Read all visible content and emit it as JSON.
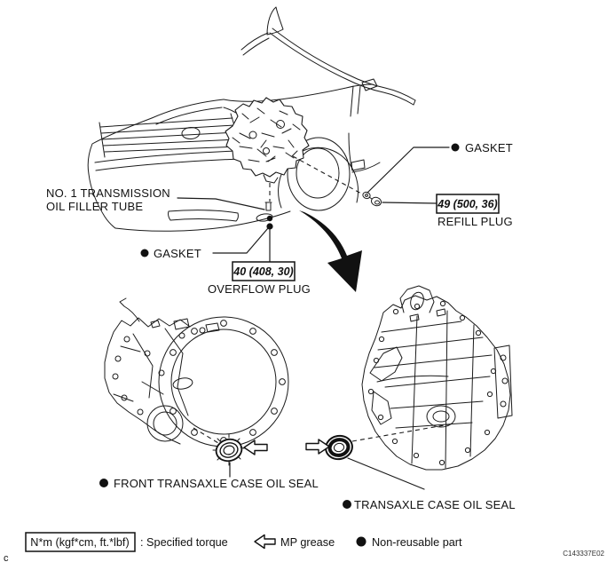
{
  "figure": {
    "code": "C143337E02",
    "corner_mark": "c"
  },
  "colors": {
    "line": "#1b1b1b",
    "background": "#ffffff",
    "text": "#111111"
  },
  "icons": {
    "non_reusable": "filled-circle",
    "mp_grease": "hollow-left-arrow",
    "flow": "thick-curved-arrow"
  },
  "callouts": {
    "filler_tube": {
      "line1": "NO. 1 TRANSMISSION",
      "line2": "OIL FILLER TUBE"
    },
    "gasket_front": {
      "label": "GASKET"
    },
    "overflow_plug": {
      "torque": "40 (408, 30)",
      "label": "OVERFLOW PLUG"
    },
    "gasket_rear": {
      "label": "GASKET"
    },
    "refill_plug": {
      "torque": "49 (500, 36)",
      "label": "REFILL PLUG"
    },
    "front_transaxle_seal": {
      "label": "FRONT TRANSAXLE CASE OIL SEAL"
    },
    "transaxle_seal": {
      "label": "TRANSAXLE CASE OIL SEAL"
    }
  },
  "legend": {
    "torque_box": "N*m (kgf*cm, ft.*lbf)",
    "torque_label": ": Specified torque",
    "grease_label": "MP grease",
    "non_reusable_label": "Non-reusable part"
  }
}
